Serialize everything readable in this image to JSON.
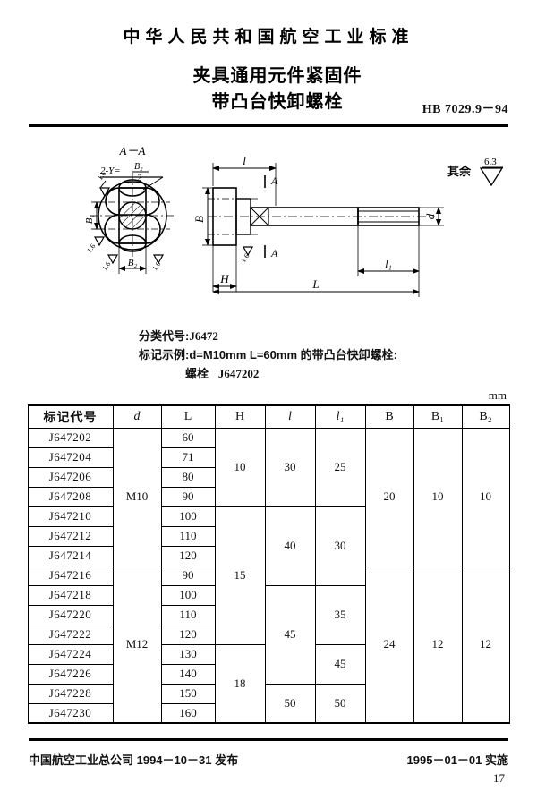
{
  "header": {
    "organization": "中华人民共和国航空工业标准",
    "title_line1": "夹具通用元件紧固件",
    "title_line2": "带凸台快卸螺栓",
    "doc_code": "HB 7029.9－94"
  },
  "drawing": {
    "section_label": "A－A",
    "thread_note": "2-Y=",
    "thread_note_num": "B₂",
    "thread_note_den": "2",
    "roughness_general_label": "其余",
    "roughness_general_value": "6.3",
    "roughness_marks": [
      "1.6",
      "1.6",
      "1.6",
      "1.6",
      "1.6"
    ],
    "dim_B1": "B₁",
    "dim_B2": "B₂",
    "dim_B": "B",
    "dim_H": "H",
    "dim_l": "l",
    "dim_l1": "l₁",
    "dim_L": "L",
    "dim_d": "d",
    "cut_marks": [
      "A",
      "A"
    ]
  },
  "spec": {
    "class_code_label": "分类代号:",
    "class_code_value": "J6472",
    "example_label": "标记示例:",
    "example_text": "d=M10mm   L=60mm 的带凸台快卸螺栓:",
    "example_name": "螺栓",
    "example_code": "J647202"
  },
  "table": {
    "unit": "mm",
    "headers": [
      "标记代号",
      "d",
      "L",
      "H",
      "l",
      "l₁",
      "B",
      "B₁",
      "B₂"
    ],
    "rows": [
      {
        "code": "J647202",
        "L": "60"
      },
      {
        "code": "J647204",
        "L": "71"
      },
      {
        "code": "J647206",
        "L": "80"
      },
      {
        "code": "J647208",
        "L": "90"
      },
      {
        "code": "J647210",
        "L": "100"
      },
      {
        "code": "J647212",
        "L": "110"
      },
      {
        "code": "J647214",
        "L": "120"
      },
      {
        "code": "J647216",
        "L": "90"
      },
      {
        "code": "J647218",
        "L": "100"
      },
      {
        "code": "J647220",
        "L": "110"
      },
      {
        "code": "J647222",
        "L": "120"
      },
      {
        "code": "J647224",
        "L": "130"
      },
      {
        "code": "J647226",
        "L": "140"
      },
      {
        "code": "J647228",
        "L": "150"
      },
      {
        "code": "J647230",
        "L": "160"
      }
    ],
    "merged": {
      "d": [
        {
          "value": "M10",
          "span": 7
        },
        {
          "value": "M12",
          "span": 8
        }
      ],
      "H": [
        {
          "value": "10",
          "span": 4
        },
        {
          "value": "15",
          "span": 7
        },
        {
          "value": "18",
          "span": 4
        }
      ],
      "l": [
        {
          "value": "30",
          "span": 4
        },
        {
          "value": "40",
          "span": 4
        },
        {
          "value": "45",
          "span": 5
        },
        {
          "value": "50",
          "span": 2
        }
      ],
      "l1": [
        {
          "value": "25",
          "span": 4
        },
        {
          "value": "30",
          "span": 4
        },
        {
          "value": "35",
          "span": 3
        },
        {
          "value": "45",
          "span": 2
        },
        {
          "value": "50",
          "span": 2
        }
      ],
      "B": [
        {
          "value": "20",
          "span": 7
        },
        {
          "value": "24",
          "span": 8
        }
      ],
      "B1": [
        {
          "value": "10",
          "span": 7
        },
        {
          "value": "12",
          "span": 8
        }
      ],
      "B2": [
        {
          "value": "10",
          "span": 7
        },
        {
          "value": "12",
          "span": 8
        }
      ]
    }
  },
  "footer": {
    "publisher": "中国航空工业总公司 1994－10－31 发布",
    "effective": "1995－01－01 实施",
    "page_number": "17"
  }
}
